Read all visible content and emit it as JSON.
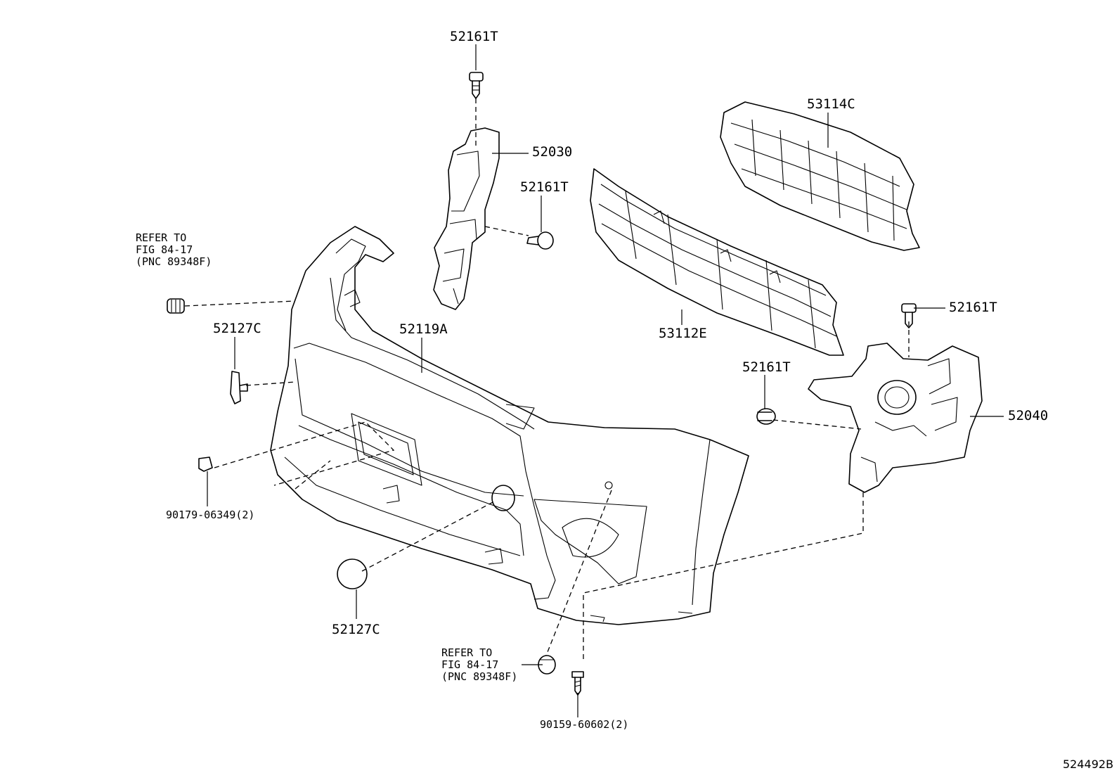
{
  "diagram_id": "524492B",
  "labels": {
    "p52161T_top": "52161T",
    "p53114C": "53114C",
    "p52030": "52030",
    "p52161T_mid": "52161T",
    "refer_left_1": "REFER TO",
    "refer_left_2": "FIG 84-17",
    "refer_left_3": "(PNC 89348F)",
    "p52127C_left": "52127C",
    "p52119A": "52119A",
    "p53112E": "53112E",
    "p52161T_right": "52161T",
    "p52161T_lower": "52161T",
    "p52040": "52040",
    "p90179": "90179-06349(2)",
    "p52127C_bottom": "52127C",
    "refer_bottom_1": "REFER TO",
    "refer_bottom_2": "FIG 84-17",
    "refer_bottom_3": "(PNC 89348F)",
    "p90159": "90159-60602(2)"
  }
}
